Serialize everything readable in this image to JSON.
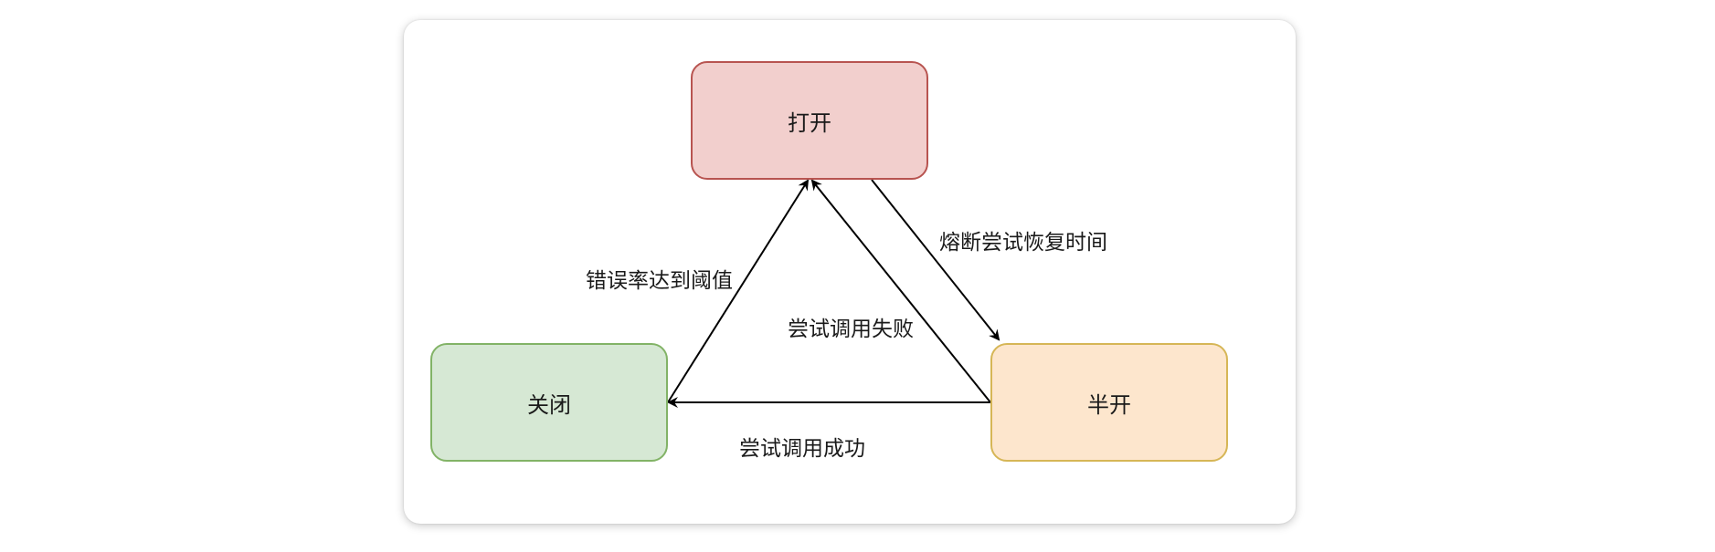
{
  "diagram": {
    "nodes": {
      "open": "打开",
      "closed": "关闭",
      "half_open": "半开"
    },
    "edges": {
      "closed_to_open": "错误率达到阈值",
      "half_to_open": "尝试调用失败",
      "open_to_half": "熔断尝试恢复时间",
      "half_to_closed": "尝试调用成功"
    },
    "colors": {
      "open_fill": "#f2cfcd",
      "open_border": "#b85450",
      "closed_fill": "#d6e8d4",
      "closed_border": "#82b366",
      "half_fill": "#fde6cd",
      "half_border": "#d6b656",
      "edge": "#000000"
    }
  }
}
